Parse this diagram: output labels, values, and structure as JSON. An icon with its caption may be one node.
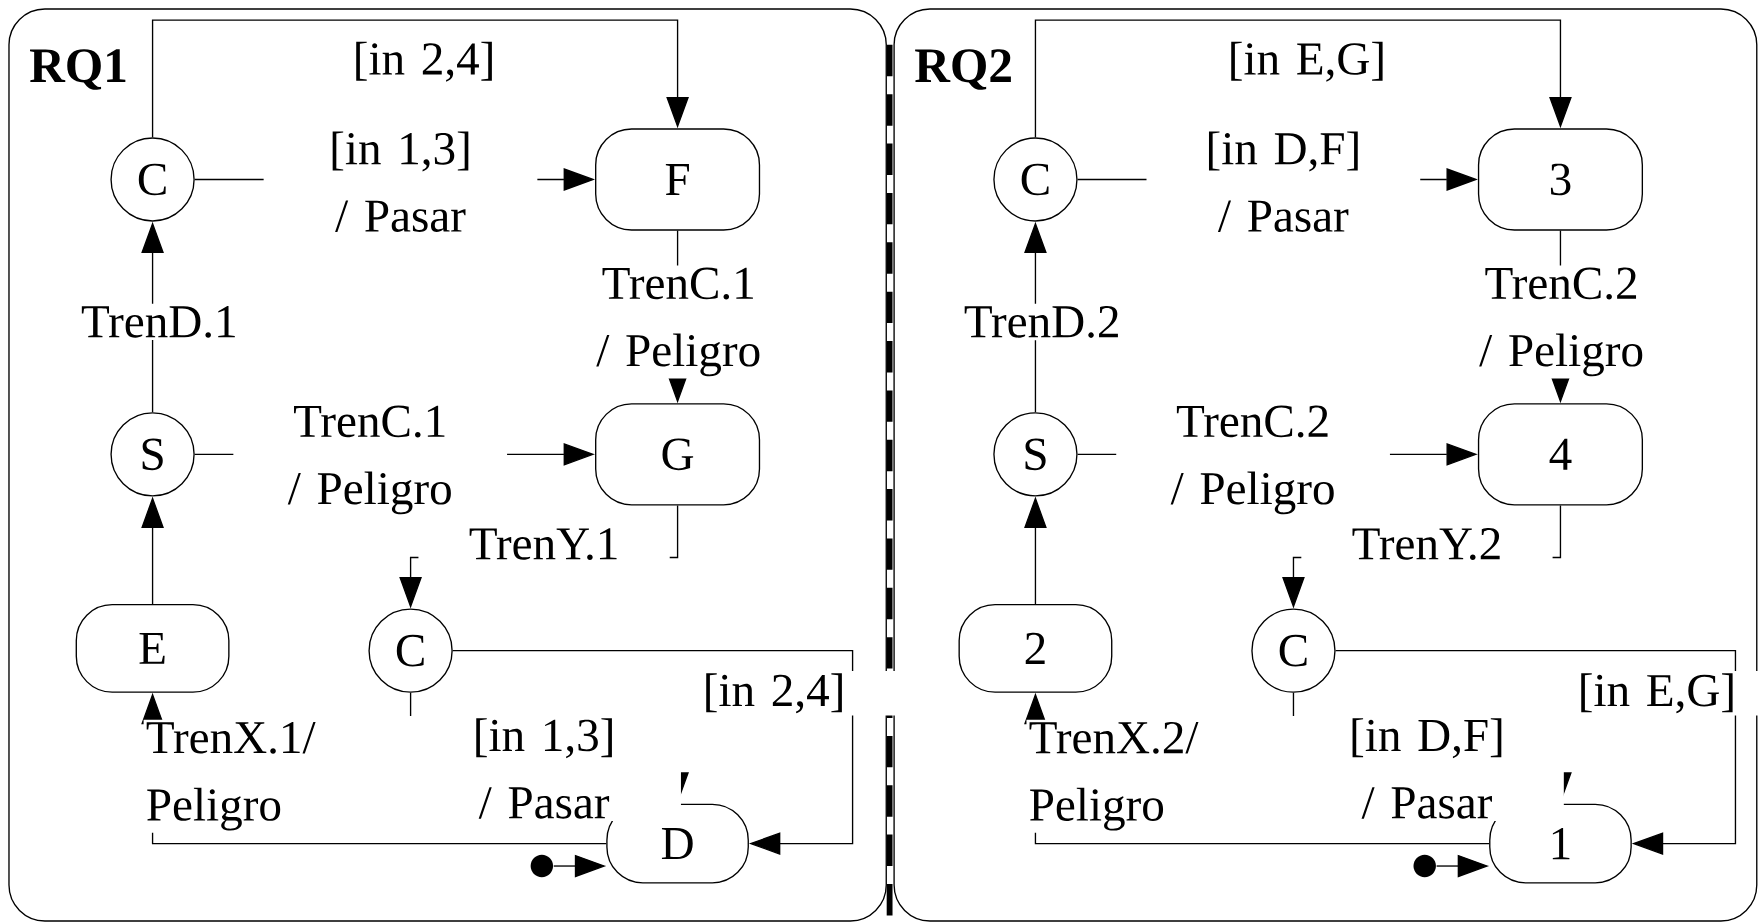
{
  "diagram": {
    "nodes": [
      {
        "text": [
          "RQ1"
        ]
      },
      {
        "text": [
          "C"
        ],
        "in": 0
      },
      {
        "text": [
          "F"
        ],
        "in": 0
      },
      {
        "text": [
          "S"
        ],
        "in": 0
      },
      {
        "text": [
          "G"
        ],
        "in": 0
      },
      {
        "text": [
          "E"
        ],
        "in": 0
      },
      {
        "text": [
          "C"
        ],
        "in": 0
      },
      {
        "text": [
          "D"
        ],
        "in": 0
      },
      {
        "text": [],
        "shape": "circle",
        "in": 0
      },
      {
        "text": [
          "RQ2"
        ]
      },
      {
        "text": [
          "C"
        ],
        "in": 9
      },
      {
        "text": [
          "3"
        ],
        "in": 9
      },
      {
        "text": [
          "S"
        ],
        "in": 9
      },
      {
        "text": [
          "4"
        ],
        "in": 9
      },
      {
        "text": [
          "2"
        ],
        "in": 9
      },
      {
        "text": [
          "C"
        ],
        "in": 9
      },
      {
        "text": [
          "1"
        ],
        "in": 9
      },
      {
        "text": [],
        "shape": "circle",
        "in": 9
      }
    ],
    "edges": [
      {
        "from": 1,
        "to": 2,
        "arrow": "to",
        "label": "[in 2,4]"
      },
      {
        "from": 1,
        "to": 2,
        "arrow": "to",
        "label": "[in 1,3] / Pasar"
      },
      {
        "from": 3,
        "to": 1,
        "arrow": "to",
        "label": "TrenD.1"
      },
      {
        "from": 2,
        "to": 4,
        "arrow": "to",
        "label": "TrenC.1 / Peligro"
      },
      {
        "from": 3,
        "to": 4,
        "arrow": "to",
        "label": "TrenC.1 / Peligro"
      },
      {
        "from": 5,
        "to": 3,
        "arrow": "to"
      },
      {
        "from": 4,
        "to": 6,
        "arrow": "to",
        "label": "TrenY.1"
      },
      {
        "from": 6,
        "to": 7,
        "arrow": "to",
        "label": "[in 1,3] / Pasar"
      },
      {
        "from": 6,
        "to": 7,
        "arrow": "to",
        "label": "[in 2,4]"
      },
      {
        "from": 7,
        "to": 5,
        "arrow": "to",
        "label": "TrenX.1/ Peligro"
      },
      {
        "from": 8,
        "to": 7,
        "arrow": "to"
      },
      {
        "from": 10,
        "to": 11,
        "arrow": "to",
        "label": "[in E,G]"
      },
      {
        "from": 10,
        "to": 11,
        "arrow": "to",
        "label": "[in D,F] / Pasar"
      },
      {
        "from": 12,
        "to": 10,
        "arrow": "to",
        "label": "TrenD.2"
      },
      {
        "from": 11,
        "to": 13,
        "arrow": "to",
        "label": "TrenC.2 / Peligro"
      },
      {
        "from": 12,
        "to": 13,
        "arrow": "to",
        "label": "TrenC.2 / Peligro"
      },
      {
        "from": 14,
        "to": 12,
        "arrow": "to"
      },
      {
        "from": 13,
        "to": 15,
        "arrow": "to",
        "label": "TrenY.2"
      },
      {
        "from": 15,
        "to": 16,
        "arrow": "to",
        "label": "[in D,F] / Pasar"
      },
      {
        "from": 15,
        "to": 16,
        "arrow": "to",
        "label": "[in E,G]"
      },
      {
        "from": 16,
        "to": 14,
        "arrow": "to",
        "label": "TrenX.2/ Peligro"
      },
      {
        "from": 17,
        "to": 16,
        "arrow": "to"
      }
    ]
  }
}
